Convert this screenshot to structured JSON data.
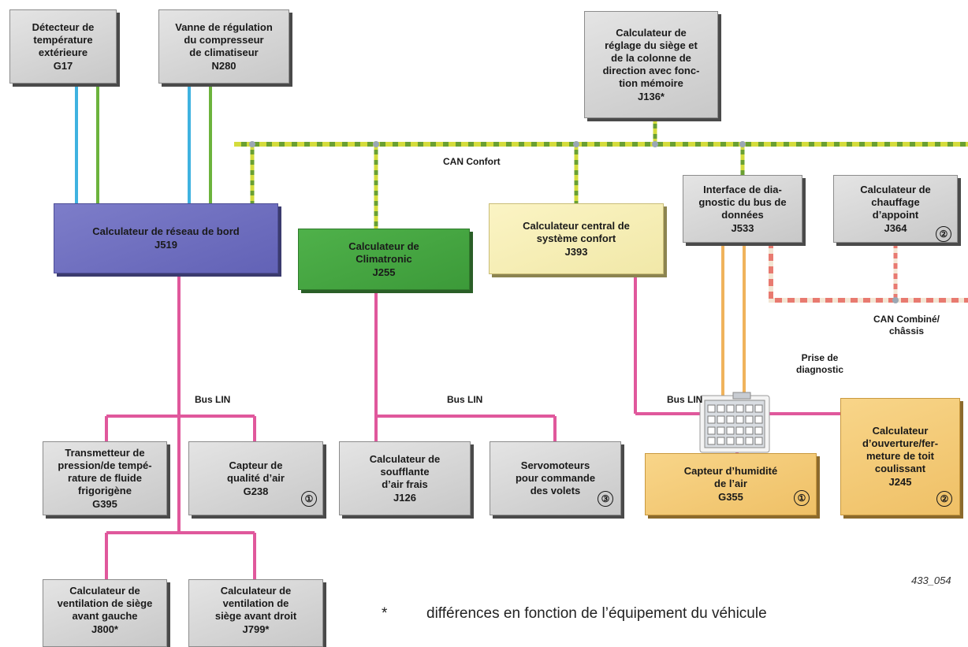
{
  "boxes": {
    "g17": {
      "name": "Détecteur de\ntempérature\nextérieure",
      "code": "G17"
    },
    "n280": {
      "name": "Vanne de régulation\ndu compresseur\nde climatiseur",
      "code": "N280"
    },
    "j136": {
      "name": "Calculateur de\nréglage du siège et\nde la colonne de\ndirection avec fonc-\ntion mémoire",
      "code": "J136*"
    },
    "j519": {
      "name": "Calculateur de réseau de bord",
      "code": "J519"
    },
    "j255": {
      "name": "Calculateur de\nClimatronic",
      "code": "J255"
    },
    "j393": {
      "name": "Calculateur central de\nsystème confort",
      "code": "J393"
    },
    "j533": {
      "name": "Interface de dia-\ngnostic du bus de\ndonnées",
      "code": "J533"
    },
    "j364": {
      "name": "Calculateur de\nchauffage\nd’appoint",
      "code": "J364",
      "badge": "②"
    },
    "g395": {
      "name": "Transmetteur de\npression/de tempé-\nrature de fluide\nfrigorigène",
      "code": "G395"
    },
    "g238": {
      "name": "Capteur de\nqualité d’air",
      "code": "G238",
      "badge": "①"
    },
    "j126": {
      "name": "Calculateur de\nsoufflante\nd’air frais",
      "code": "J126"
    },
    "servo": {
      "name": "Servomoteurs\npour commande\ndes volets",
      "code": "",
      "badge": "③"
    },
    "g355": {
      "name": "Capteur d’humidité\nde l’air",
      "code": "G355",
      "badge": "①"
    },
    "j245": {
      "name": "Calculateur\nd’ouverture/fer-\nmeture de toit\ncoulissant",
      "code": "J245",
      "badge": "②"
    },
    "j800": {
      "name": "Calculateur de\nventilation de siège\navant gauche",
      "code": "J800*"
    },
    "j799": {
      "name": "Calculateur de\nventilation de\nsiège avant droit",
      "code": "J799*"
    }
  },
  "labels": {
    "can_confort": "CAN Confort",
    "can_combine": "CAN Combiné/\nchâssis",
    "prise": "Prise de\ndiagnostic",
    "bus_lin_1": "Bus LIN",
    "bus_lin_2": "Bus LIN",
    "bus_lin_3": "Bus LIN"
  },
  "figure_id": "433_054",
  "footnote": {
    "mark": "*",
    "text": "différences en fonction de l’équipement du véhicule"
  },
  "colors": {
    "can_confort": [
      "#c8d23a",
      "#6aa032"
    ],
    "can_combine": [
      "#e87a70",
      "#f2e2cf"
    ],
    "lin": "#e0589c",
    "wire_blue": "#3fb2e0",
    "wire_green": "#6cb33c",
    "wire_orange": "#f0b35c"
  }
}
